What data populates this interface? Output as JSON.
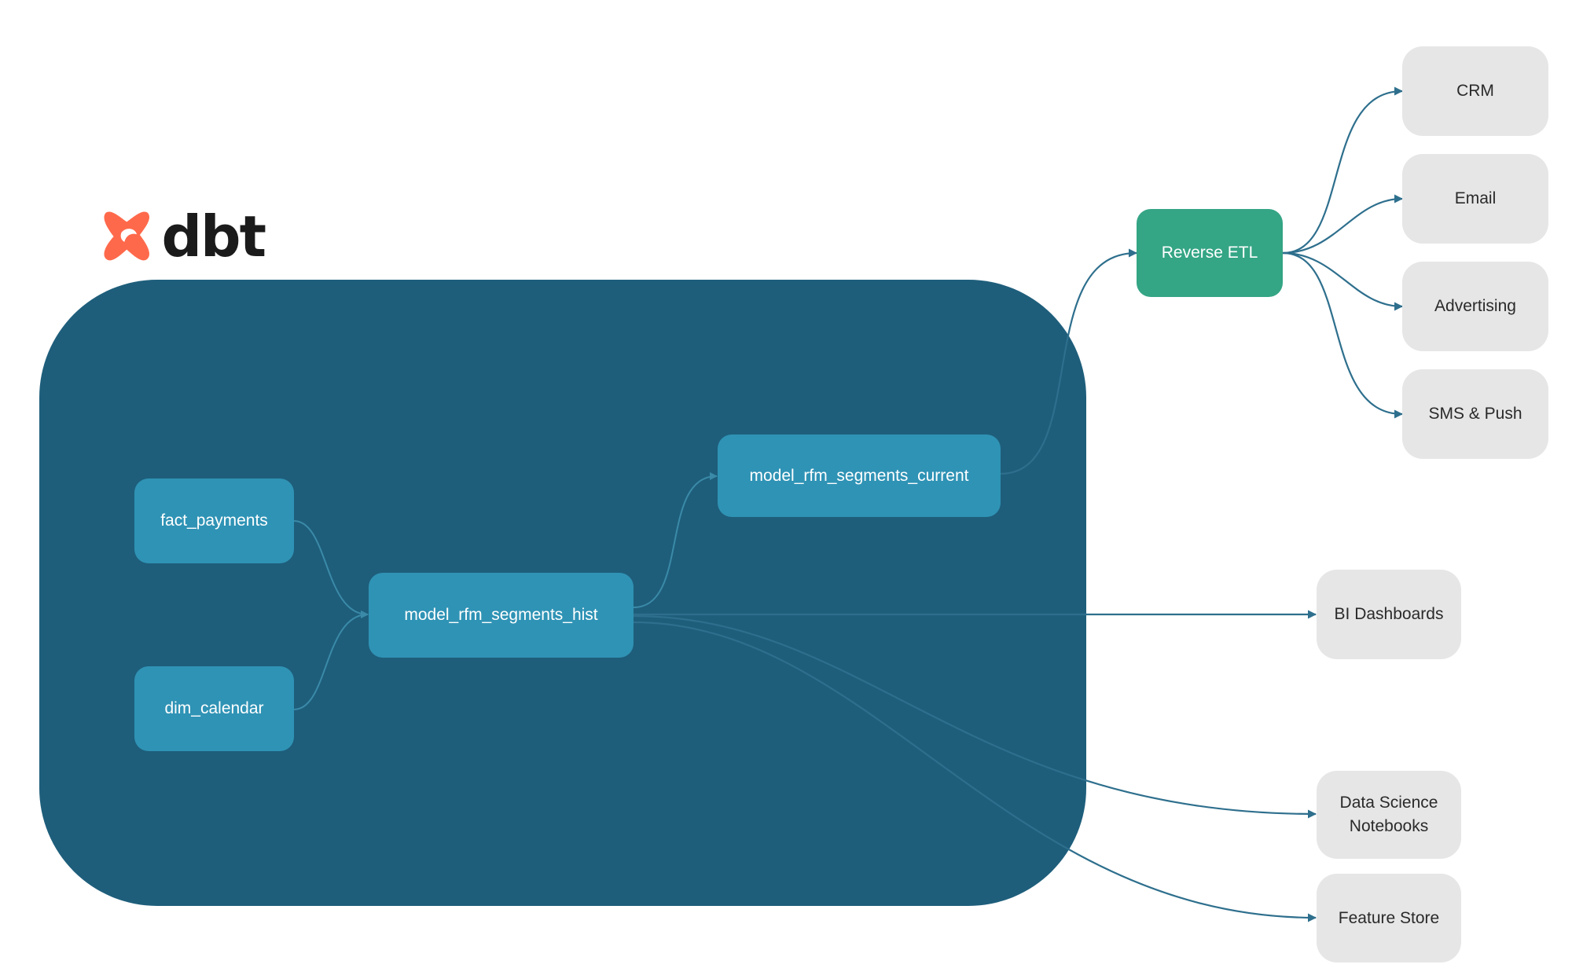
{
  "logo": {
    "text": "dbt",
    "color": "#ff694b"
  },
  "colors": {
    "container": "#1e5e7b",
    "model_node": "#2f93b5",
    "reverse_etl_node": "#34a585",
    "destination_node": "#e6e6e6",
    "edge_inside": "#3a8aa8",
    "edge_outside": "#2e6f8d"
  },
  "models": {
    "fact_payments": "fact_payments",
    "dim_calendar": "dim_calendar",
    "hist": "model_rfm_segments_hist",
    "current": "model_rfm_segments_current"
  },
  "reverse_etl": "Reverse ETL",
  "destinations": {
    "crm": "CRM",
    "email": "Email",
    "advertising": "Advertising",
    "sms_push": "SMS & Push",
    "bi_dashboards": "BI Dashboards",
    "data_science": "Data Science\nNotebooks",
    "feature_store": "Feature Store"
  }
}
